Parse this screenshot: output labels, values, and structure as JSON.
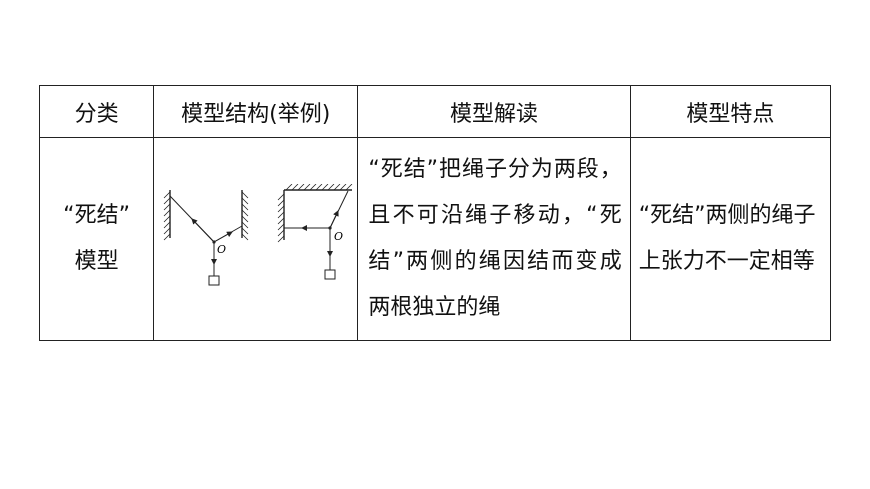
{
  "table": {
    "headers": [
      "分类",
      "模型结构(举例)",
      "模型解读",
      "模型特点"
    ],
    "rows": [
      {
        "category_line1": "“死结”",
        "category_line2": "模型",
        "example": {
          "point_label_1": "O",
          "point_label_2": "O"
        },
        "interpretation": "“死结”把绳子分为两段，且不可沿绳子移动，“死结”两侧的绳因结而变成两根独立的绳",
        "feature": "“死结”两侧的绳子上张力不一定相等"
      }
    ]
  }
}
